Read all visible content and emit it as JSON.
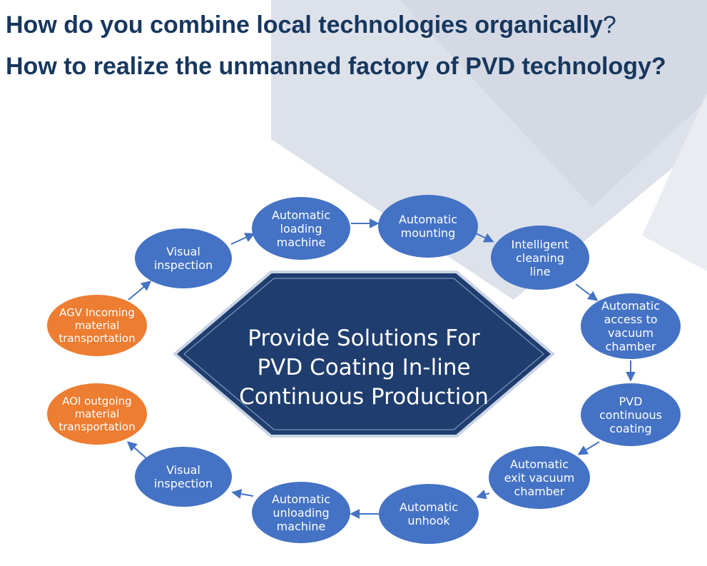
{
  "header": {
    "line1": "How do you combine local technologies organically",
    "line1_mark": "?",
    "line2": "How to realize the unmanned factory of PVD technology?"
  },
  "center": {
    "lines": [
      "Provide Solutions For",
      "PVD Coating In-line",
      "Continuous Production"
    ]
  },
  "nodes": [
    {
      "id": "automatic-loading-machine",
      "lines": [
        "Automatic",
        "loading",
        "machine"
      ]
    },
    {
      "id": "automatic-mounting",
      "lines": [
        "Automatic",
        "mounting"
      ]
    },
    {
      "id": "intelligent-cleaning-line",
      "lines": [
        "Intelligent",
        "cleaning",
        "line"
      ]
    },
    {
      "id": "automatic-access-to-vacuum-chamber",
      "lines": [
        "Automatic",
        "access to",
        "vacuum",
        "chamber"
      ]
    },
    {
      "id": "pvd-continuous-coating",
      "lines": [
        "PVD",
        "continuous",
        "coating"
      ]
    },
    {
      "id": "automatic-exit-vacuum-chamber",
      "lines": [
        "Automatic",
        "exit vacuum",
        "chamber"
      ]
    },
    {
      "id": "automatic-unhook",
      "lines": [
        "Automatic",
        "unhook"
      ]
    },
    {
      "id": "automatic-unloading-machine",
      "lines": [
        "Automatic",
        "unloading",
        "machine"
      ]
    },
    {
      "id": "visual-inspection-bottom",
      "lines": [
        "Visual",
        "inspection"
      ]
    },
    {
      "id": "aoi-outgoing-material-transportation",
      "lines": [
        "AOI outgoing",
        "material",
        "transportation"
      ]
    },
    {
      "id": "agv-incoming-material-transportation",
      "lines": [
        "AGV Incoming",
        "material",
        "transportation"
      ]
    },
    {
      "id": "visual-inspection-top",
      "lines": [
        "Visual",
        "inspection"
      ]
    }
  ],
  "colors": {
    "title": "#17375e",
    "node_blue": "#4472c4",
    "node_orange": "#ed7d31",
    "center_fill": "#1f3d6e",
    "center_border": "#c9d3e3",
    "arrow": "#4472c4"
  }
}
